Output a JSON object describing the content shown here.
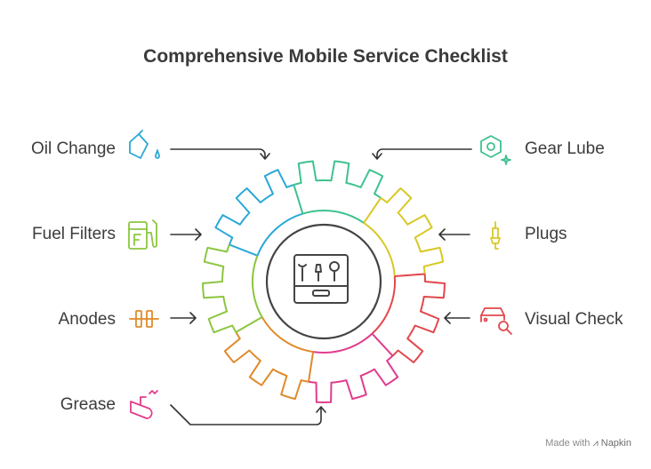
{
  "title": "Comprehensive Mobile Service Checklist",
  "items": [
    {
      "label": "Oil Change",
      "icon": "oil-can-icon",
      "color": "#2aa8d6"
    },
    {
      "label": "Gear Lube",
      "icon": "gear-sparkle-icon",
      "color": "#3ec28f"
    },
    {
      "label": "Fuel Filters",
      "icon": "fuel-pump-icon",
      "color": "#8cc63f"
    },
    {
      "label": "Plugs",
      "icon": "spark-plug-icon",
      "color": "#d8c825"
    },
    {
      "label": "Anodes",
      "icon": "anode-icon",
      "color": "#e08a2a"
    },
    {
      "label": "Visual Check",
      "icon": "car-search-icon",
      "color": "#e2474b"
    },
    {
      "label": "Grease",
      "icon": "grease-gun-icon",
      "color": "#e03c8c"
    }
  ],
  "center_icon": "toolbox-icon",
  "footer": {
    "prefix": "Made with",
    "brand": "Napkin"
  }
}
